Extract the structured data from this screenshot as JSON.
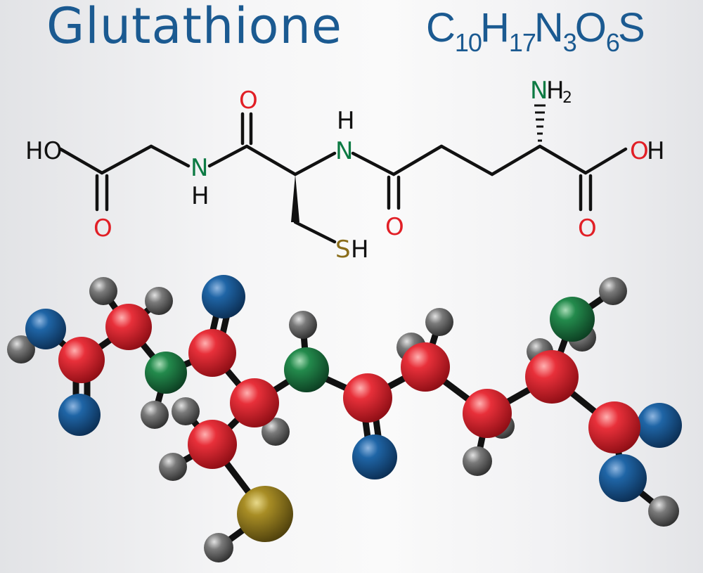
{
  "title": "Glutathione",
  "formula": {
    "parts": [
      {
        "el": "C",
        "n": "10"
      },
      {
        "el": "H",
        "n": "17"
      },
      {
        "el": "N",
        "n": "3"
      },
      {
        "el": "O",
        "n": "6"
      },
      {
        "el": "S",
        "n": ""
      }
    ]
  },
  "structure_labels": {
    "HO": "HO",
    "NH_left": "N",
    "NH_left_H": "H",
    "O_top": "O",
    "NH_mid_H": "H",
    "NH_mid": "N",
    "O_carbonyl_left": "O",
    "SH_S": "S",
    "SH_H": "H",
    "O_carbonyl_mid": "O",
    "NH2_N": "N",
    "NH2_H": "H",
    "NH2_sub": "2",
    "OH_O": "O",
    "OH_H": "H",
    "O_carbonyl_right": "O"
  },
  "colors": {
    "title": "#1b5a91",
    "carbon": "#d8202b",
    "oxygen": "#1c5d98",
    "nitrogen": "#1e7d45",
    "sulfur": "#9b8420",
    "hydrogen": "#6e6e6e",
    "label_O": "#e11f26",
    "label_N": "#0c7a43",
    "label_S": "#8a6d1a"
  }
}
